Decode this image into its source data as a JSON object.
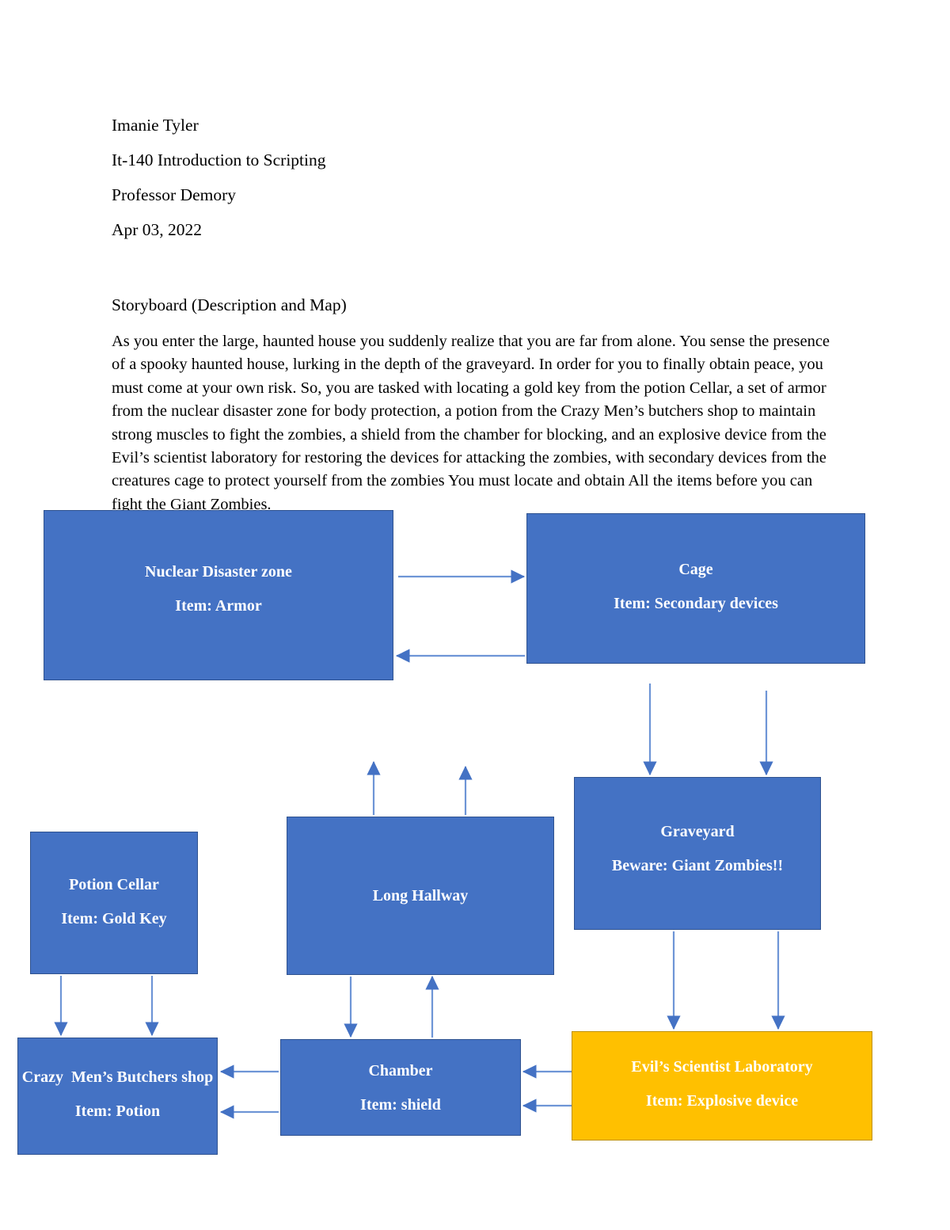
{
  "document": {
    "header_lines": [
      "Imanie Tyler",
      "It-140 Introduction to Scripting",
      "Professor Demory",
      "Apr 03, 2022"
    ],
    "section_title": "Storyboard (Description and Map)",
    "paragraph": "As you enter the large, haunted house you suddenly realize that you are far from alone. You sense the presence of a spooky haunted house, lurking in the depth of the graveyard. In order for you to finally obtain peace, you must come at your own risk. So, you are tasked with locating a gold key from the potion Cellar, a set of armor from the nuclear disaster zone for body protection, a potion from the Crazy Men’s butchers shop to maintain strong muscles to fight the zombies, a shield from the chamber for blocking, and an explosive device from the Evil’s scientist laboratory for restoring the devices for attacking the zombies, with secondary devices from the creatures cage to protect yourself from the zombies You must locate and obtain All the items before you can fight the Giant Zombies."
  },
  "colors": {
    "room_fill": "#4472C4",
    "room_border": "#2F528F",
    "special_fill": "#FFC000",
    "special_border": "#BF9000",
    "arrow": "#4472C4",
    "text_on_room": "#FFFFFF"
  },
  "map": {
    "nodes": [
      {
        "id": "nuclear",
        "title": "Nuclear Disaster zone",
        "sub": "Item: Armor",
        "color": "blue"
      },
      {
        "id": "cage",
        "title": "Cage",
        "sub": "Item: Secondary devices",
        "color": "blue"
      },
      {
        "id": "graveyard",
        "title": "Graveyard",
        "sub": "Beware: Giant Zombies!!",
        "color": "blue"
      },
      {
        "id": "potion",
        "title": "Potion Cellar",
        "sub": "Item: Gold Key",
        "color": "blue"
      },
      {
        "id": "hallway",
        "title": "Long Hallway",
        "sub": "",
        "color": "blue"
      },
      {
        "id": "butchers",
        "title": "Crazy  Men’s Butchers shop",
        "sub": "Item: Potion",
        "color": "blue"
      },
      {
        "id": "chamber",
        "title": "Chamber",
        "sub": "Item: shield",
        "color": "blue"
      },
      {
        "id": "lab",
        "title": "Evil’s Scientist Laboratory",
        "sub": "Item: Explosive device",
        "color": "orange"
      }
    ],
    "edges": [
      {
        "from": "nuclear",
        "to": "cage",
        "direction": "right"
      },
      {
        "from": "cage",
        "to": "nuclear",
        "direction": "left"
      },
      {
        "from": "nuclear",
        "to": "graveyard",
        "direction": "down"
      },
      {
        "from": "cage",
        "to": "graveyard",
        "direction": "down"
      },
      {
        "from": "hallway",
        "to": "cage",
        "direction": "up"
      },
      {
        "from": "hallway",
        "to": "graveyard",
        "direction": "up"
      },
      {
        "from": "potion",
        "to": "butchers",
        "direction": "down"
      },
      {
        "from": "potion",
        "to": "butchers",
        "direction": "down"
      },
      {
        "from": "hallway",
        "to": "chamber",
        "direction": "down"
      },
      {
        "from": "chamber",
        "to": "hallway",
        "direction": "up"
      },
      {
        "from": "chamber",
        "to": "butchers",
        "direction": "left"
      },
      {
        "from": "chamber",
        "to": "butchers",
        "direction": "left"
      },
      {
        "from": "lab",
        "to": "chamber",
        "direction": "left"
      },
      {
        "from": "lab",
        "to": "chamber",
        "direction": "left"
      },
      {
        "from": "graveyard",
        "to": "lab",
        "direction": "down"
      },
      {
        "from": "graveyard",
        "to": "lab",
        "direction": "down"
      }
    ]
  }
}
